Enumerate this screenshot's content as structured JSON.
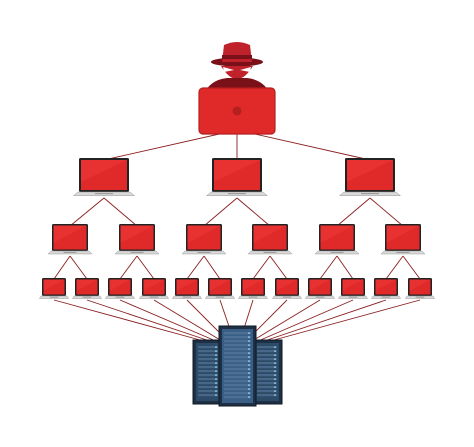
{
  "diagram": {
    "type": "hierarchical-botnet-network",
    "colors": {
      "background": "#ffffff",
      "screen_red": "#e02a2a",
      "screen_red_dark": "#b51f1f",
      "screen_bezel": "#222222",
      "laptop_base": "#d9d9d9",
      "link_line": "#8a1f1f",
      "hacker_red": "#c0222b",
      "hacker_dark": "#7a1018",
      "server_dark": "#1e3045",
      "server_mid": "#2d4a66",
      "server_light": "#5b7fa3"
    },
    "icons": {
      "hacker": "hacker-spy-icon",
      "attacker_laptop": "laptop-icon",
      "bot_laptop": "laptop-icon",
      "target": "server-rack-icon"
    },
    "levels": {
      "attacker": 1,
      "level_1_laptops": 3,
      "level_2_laptops": 6,
      "level_3_laptops": 12,
      "servers": 1
    },
    "links": {
      "attacker_to_level_1": 3,
      "level_1_to_level_2": 6,
      "level_2_to_level_3": 12,
      "level_3_to_server": 12
    }
  }
}
